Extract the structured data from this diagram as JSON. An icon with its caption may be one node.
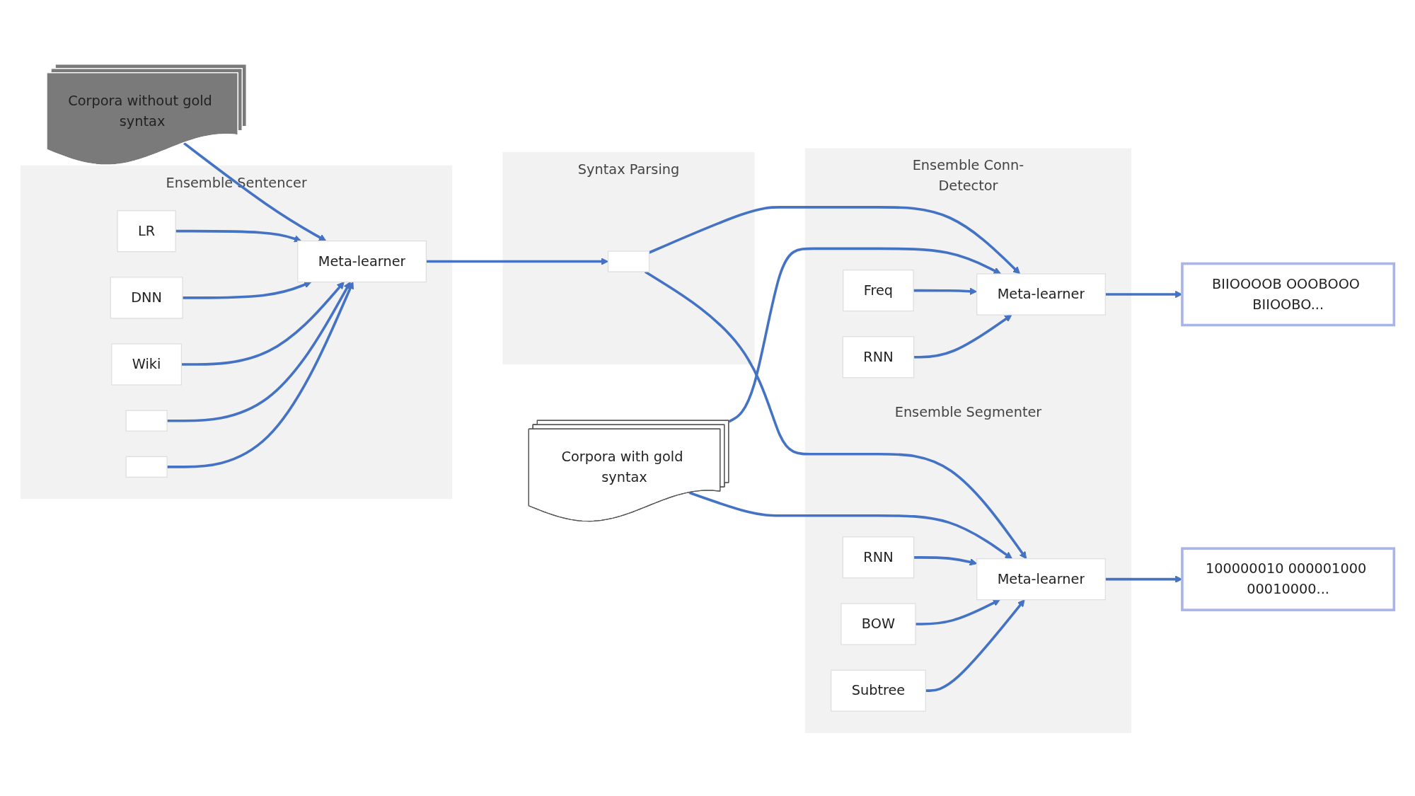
{
  "diagram": {
    "nodes": [
      {
        "text": [
          "Corpora without gold syntax"
        ]
      },
      {
        "text": [
          "Ensemble Sentencer"
        ]
      },
      {
        "text": [
          "Meta-learner"
        ],
        "in": 1
      },
      {
        "text": [
          "LR"
        ],
        "in": 1
      },
      {
        "text": [
          "DNN"
        ],
        "in": 1
      },
      {
        "text": [
          "Wiki"
        ],
        "in": 1
      },
      {
        "text": [],
        "shape": "box",
        "in": 1
      },
      {
        "text": [],
        "shape": "box",
        "in": 1
      },
      {
        "text": [
          "Syntax Parsing"
        ]
      },
      {
        "text": [],
        "shape": "box",
        "in": 8
      },
      {
        "text": [
          "Ensemble Conn-Detector"
        ]
      },
      {
        "text": [
          "Freq"
        ],
        "in": 10
      },
      {
        "text": [
          "RNN"
        ],
        "in": 10
      },
      {
        "text": [
          "Meta-learner"
        ],
        "in": 10
      },
      {
        "text": [
          "BIIOOOOB OOOBOOO BIIOOBO..."
        ]
      },
      {
        "text": [
          "Ensemble Segmenter"
        ]
      },
      {
        "text": [
          "Meta-learner"
        ],
        "in": 15
      },
      {
        "text": [
          "RNN"
        ],
        "in": 15
      },
      {
        "text": [
          "BOW"
        ],
        "in": 15
      },
      {
        "text": [
          "Subtree"
        ],
        "in": 15
      },
      {
        "text": [
          "100000010 000001000 00010000..."
        ]
      },
      {
        "text": [
          "Corpora with gold syntax"
        ]
      }
    ],
    "edges": [
      {
        "from": 0,
        "to": 2,
        "arrow": "to"
      },
      {
        "from": 3,
        "to": 2,
        "arrow": "to"
      },
      {
        "from": 4,
        "to": 2,
        "arrow": "to"
      },
      {
        "from": 5,
        "to": 2,
        "arrow": "to"
      },
      {
        "from": 6,
        "to": 2,
        "arrow": "to"
      },
      {
        "from": 7,
        "to": 2,
        "arrow": "to"
      },
      {
        "from": 2,
        "to": 9,
        "arrow": "to"
      },
      {
        "from": 9,
        "to": 13,
        "arrow": "to"
      },
      {
        "from": 9,
        "to": 16,
        "arrow": "to"
      },
      {
        "from": 21,
        "to": 13,
        "arrow": "to"
      },
      {
        "from": 21,
        "to": 16,
        "arrow": "to"
      },
      {
        "from": 11,
        "to": 13,
        "arrow": "to"
      },
      {
        "from": 12,
        "to": 13,
        "arrow": "to"
      },
      {
        "from": 13,
        "to": 14,
        "arrow": "to"
      },
      {
        "from": 17,
        "to": 16,
        "arrow": "to"
      },
      {
        "from": 18,
        "to": 16,
        "arrow": "to"
      },
      {
        "from": 19,
        "to": 16,
        "arrow": "to"
      },
      {
        "from": 16,
        "to": 20,
        "arrow": "to"
      }
    ]
  }
}
